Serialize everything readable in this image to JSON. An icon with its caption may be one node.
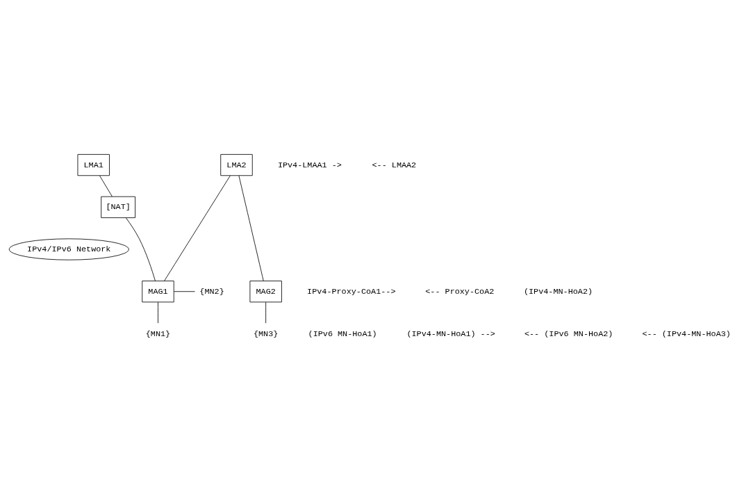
{
  "diagram": {
    "nodes": [
      {
        "text": [
          "LMA1"
        ]
      },
      {
        "text": [
          "LMA2"
        ]
      },
      {
        "text": [
          "[NAT]"
        ]
      },
      {
        "text": [
          "IPv4/IPv6 Network"
        ]
      },
      {
        "text": [
          "MAG1"
        ]
      },
      {
        "text": [
          "{MN2}"
        ]
      },
      {
        "text": [
          "MAG2"
        ]
      },
      {
        "text": [
          "{MN1}"
        ]
      },
      {
        "text": [
          "{MN3}"
        ]
      }
    ],
    "edges": [
      {
        "from": 0,
        "to": 2,
        "arrow": "none"
      },
      {
        "from": 2,
        "to": 4,
        "arrow": "none"
      },
      {
        "from": 1,
        "to": 4,
        "arrow": "none"
      },
      {
        "from": 1,
        "to": 6,
        "arrow": "none"
      },
      {
        "from": 4,
        "to": 5,
        "arrow": "none"
      },
      {
        "from": 4,
        "to": 7,
        "arrow": "none"
      },
      {
        "from": 6,
        "to": 8,
        "arrow": "none"
      }
    ],
    "labels": [
      "IPv4-LMAA1 ->",
      "<-- LMAA2",
      "IPv4-Proxy-CoA1-->",
      "<-- Proxy-CoA2",
      "(IPv6 MN-HoA1)",
      "(IPv4-MN-HoA1) -->",
      "(IPv4-MN-HoA2)",
      "<-- (IPv6 MN-HoA2)",
      "<-- (IPv4-MN-HoA3)"
    ]
  }
}
